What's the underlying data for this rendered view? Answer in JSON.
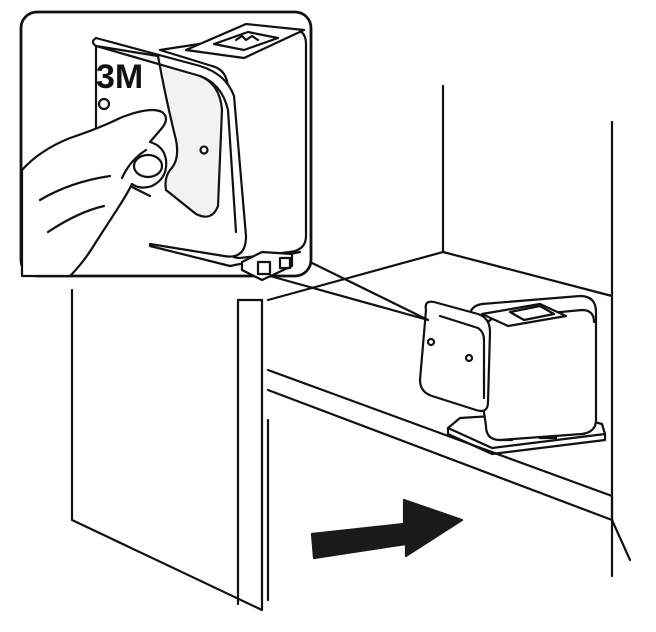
{
  "illustration": {
    "logo_text": "3M",
    "colors": {
      "line": "#111111",
      "fill": "#ffffff",
      "arrow": "#1a1a1a",
      "skin_shade": "#f2f2f2"
    },
    "icons": [
      "cabinet",
      "shelf",
      "filter-unit",
      "peel-liner",
      "hand",
      "push-arrow"
    ]
  }
}
